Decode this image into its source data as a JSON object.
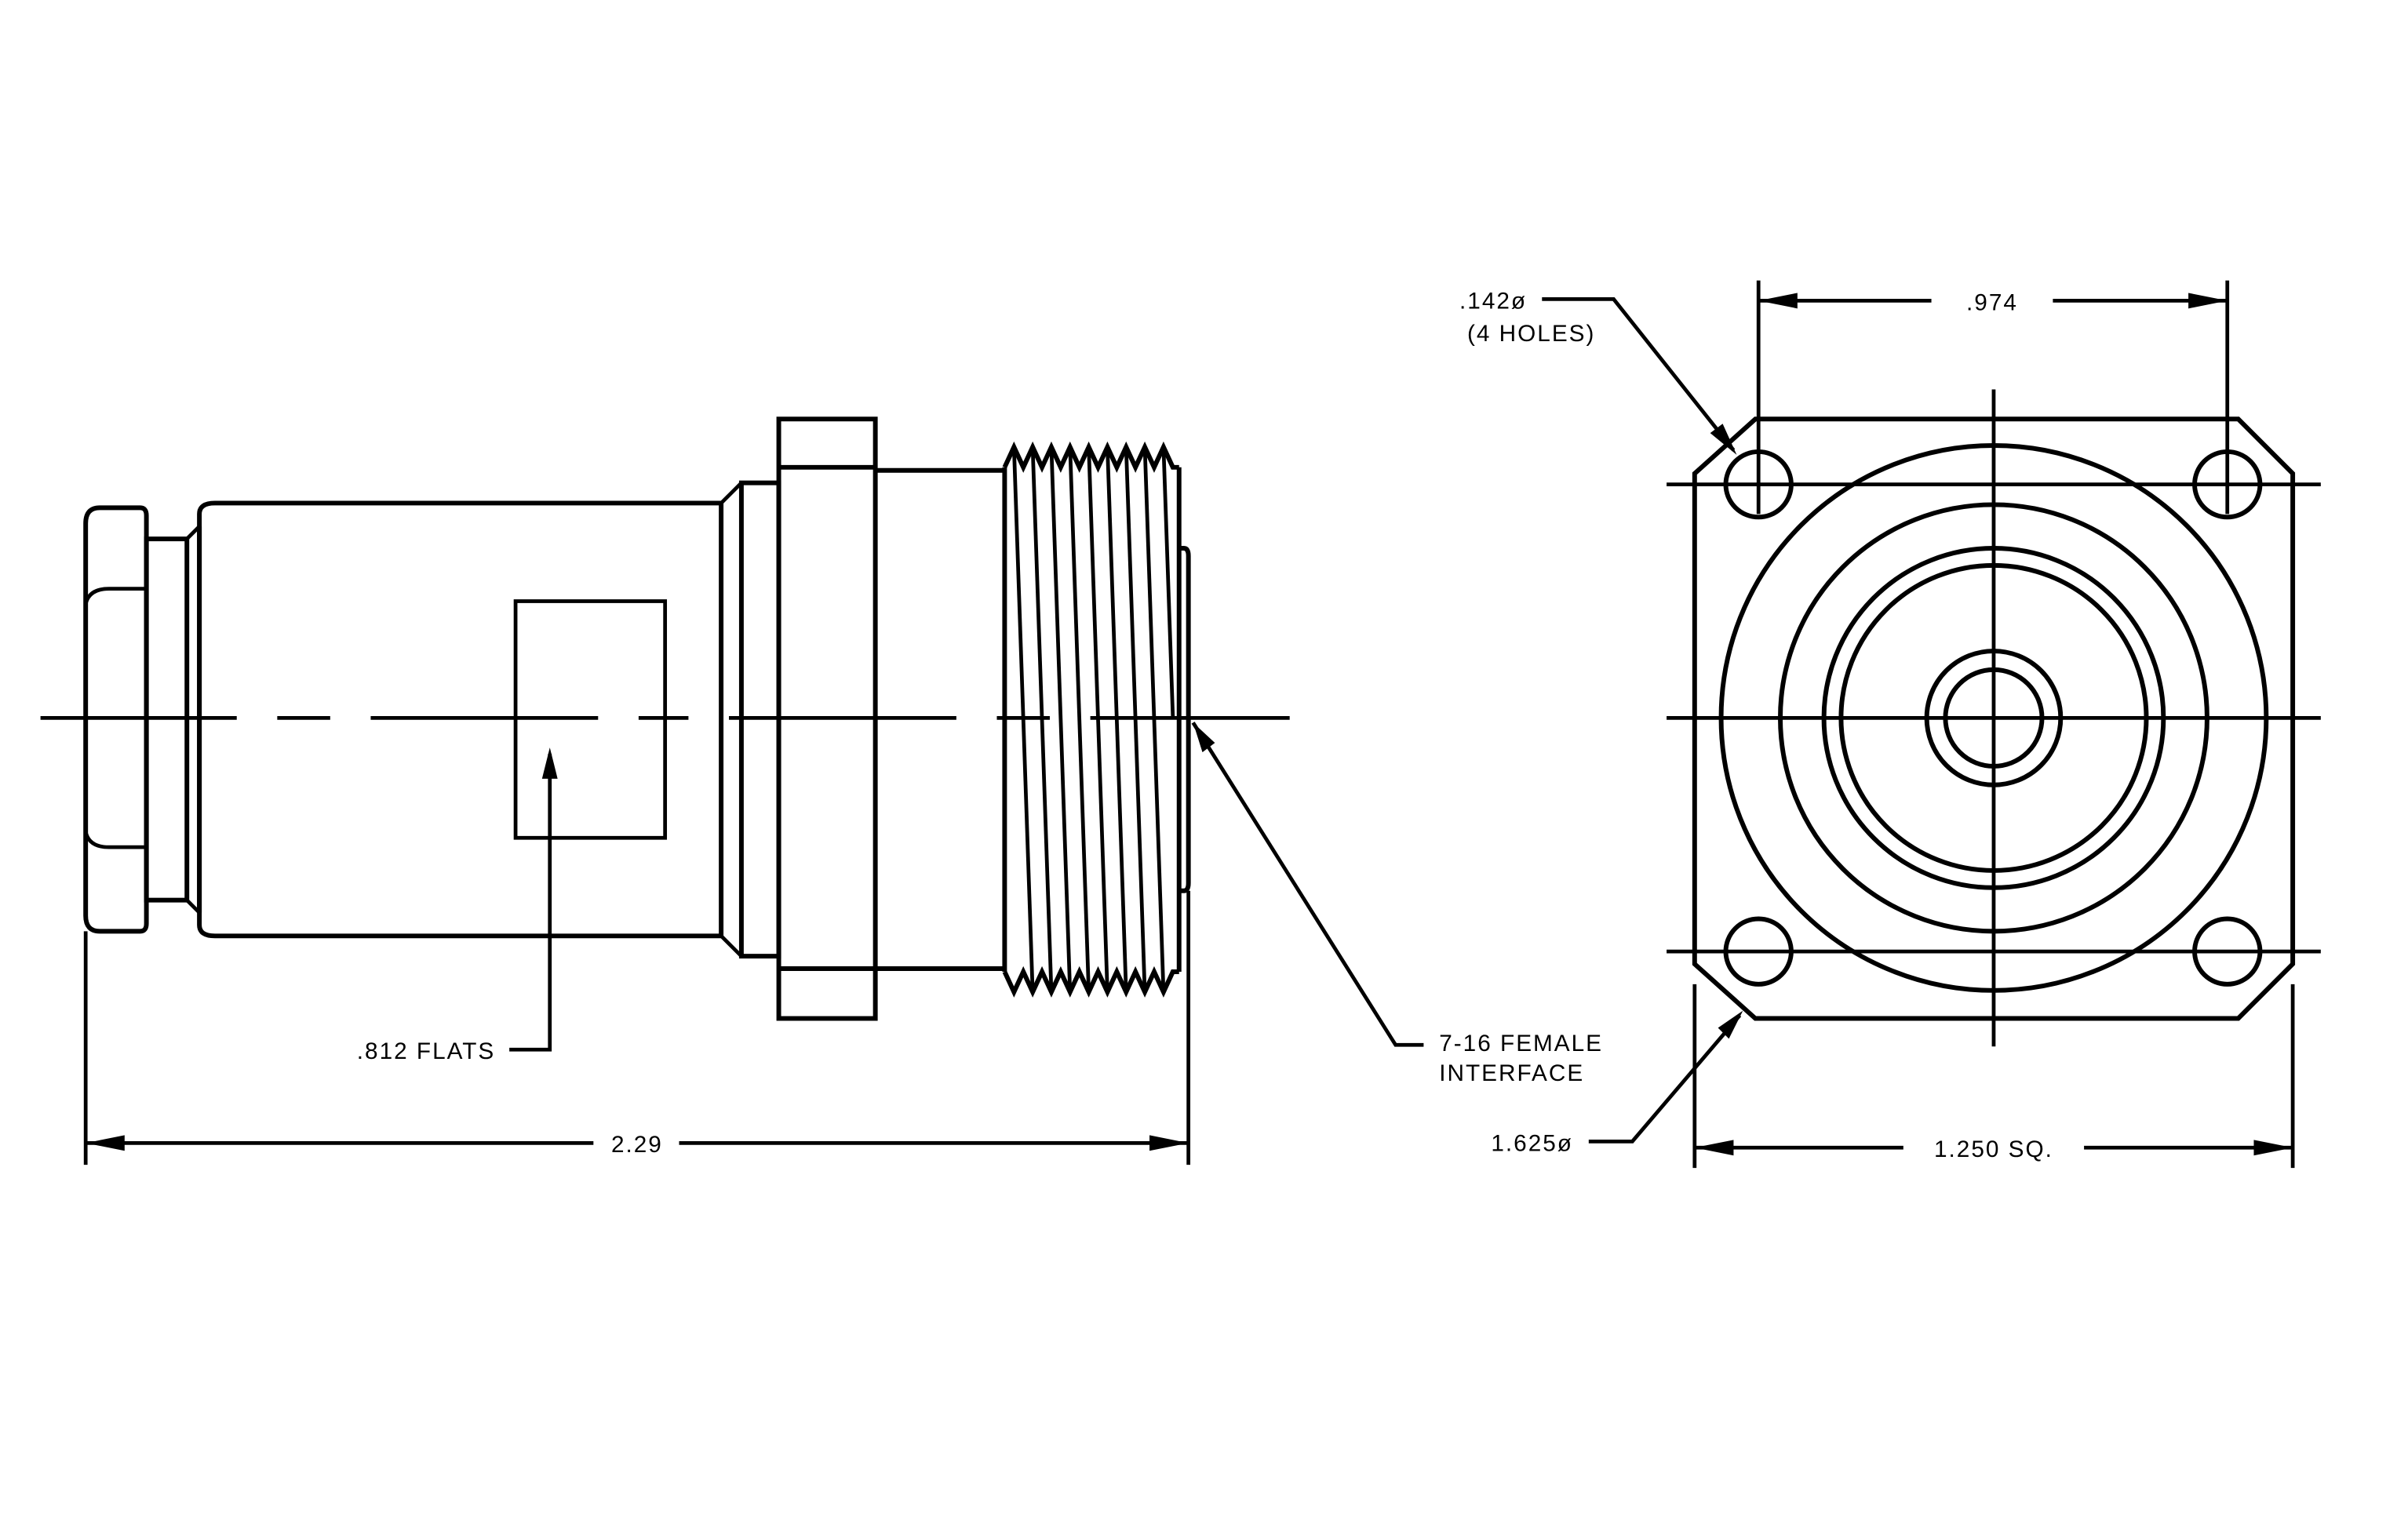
{
  "drawing": {
    "side_view": {
      "flats_callout": ".812 FLATS",
      "length_dim": "2.29",
      "interface_callout_line1": "7-16 FEMALE",
      "interface_callout_line2": "INTERFACE"
    },
    "front_view": {
      "hole_callout_line1": ".142ø",
      "hole_callout_line2": "(4 HOLES)",
      "hole_spacing_dim": ".974",
      "flange_dia_callout": "1.625ø",
      "square_dim": "1.250 SQ."
    }
  }
}
